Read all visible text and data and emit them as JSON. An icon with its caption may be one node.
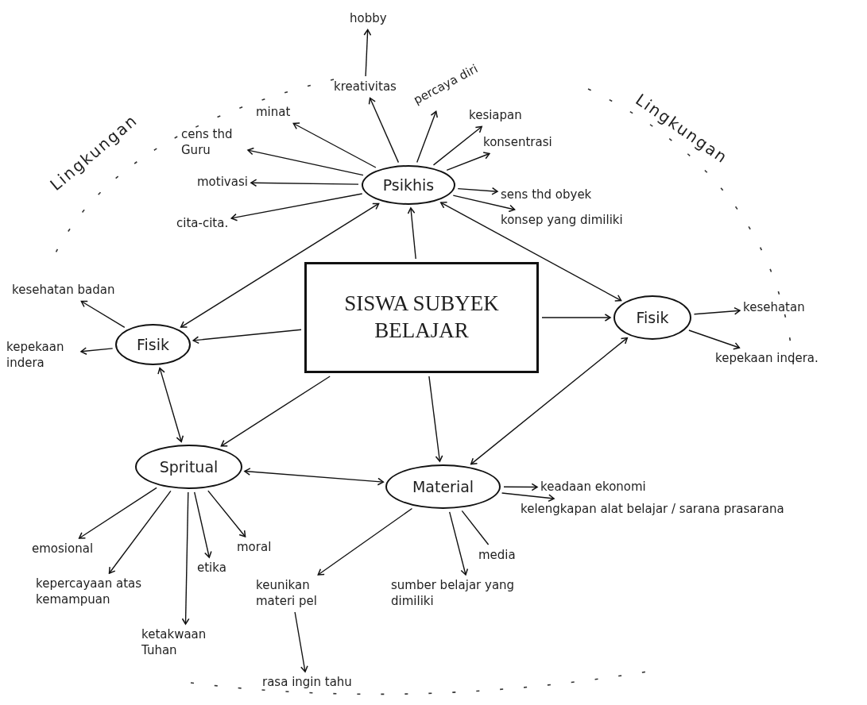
{
  "diagram": {
    "nodes": [
      {
        "text": [
          "SISWA SUBYEK BELAJAR"
        ]
      },
      {
        "text": [
          "Psikhis"
        ]
      },
      {
        "text": [
          "Fisik"
        ]
      },
      {
        "text": [
          "Fisik"
        ]
      },
      {
        "text": [
          "Spritual"
        ]
      },
      {
        "text": [
          "Material"
        ]
      },
      {
        "text": [
          "minat"
        ]
      },
      {
        "text": [
          "cens thd Guru"
        ]
      },
      {
        "text": [
          "motivasi"
        ]
      },
      {
        "text": [
          "cita-cita."
        ]
      },
      {
        "text": [
          "kreativitas"
        ]
      },
      {
        "text": [
          "hobby"
        ]
      },
      {
        "text": [
          "percaya diri"
        ]
      },
      {
        "text": [
          "kesiapan"
        ]
      },
      {
        "text": [
          "konsentrasi"
        ]
      },
      {
        "text": [
          "sens thd obyek"
        ]
      },
      {
        "text": [
          "konsep yang dimiliki"
        ]
      },
      {
        "text": [
          "kesehatan badan"
        ]
      },
      {
        "text": [
          "kepekaan indera"
        ]
      },
      {
        "text": [
          "kesehatan"
        ]
      },
      {
        "text": [
          "kepekaan indera."
        ]
      },
      {
        "text": [
          "emosional"
        ]
      },
      {
        "text": [
          "kepercayaan atas kemampuan"
        ]
      },
      {
        "text": [
          "etika"
        ]
      },
      {
        "text": [
          "ketakwaan Tuhan"
        ]
      },
      {
        "text": [
          "moral"
        ]
      },
      {
        "text": [
          "keunikan materi pel"
        ]
      },
      {
        "text": [
          "rasa ingin tahu"
        ]
      },
      {
        "text": [
          "sumber belajar yang dimiliki"
        ]
      },
      {
        "text": [
          "media"
        ]
      },
      {
        "text": [
          "keadaan ekonomi"
        ]
      },
      {
        "text": [
          "kelengkapan alat belajar / sarana prasarana"
        ]
      }
    ],
    "edges": [
      {
        "from": 0,
        "to": 1,
        "arrow": "to"
      },
      {
        "from": 0,
        "to": 2,
        "arrow": "to"
      },
      {
        "from": 0,
        "to": 3,
        "arrow": "to"
      },
      {
        "from": 0,
        "to": 4,
        "arrow": "to"
      },
      {
        "from": 0,
        "to": 5,
        "arrow": "to"
      },
      {
        "from": 1,
        "to": 2,
        "arrow": "both"
      },
      {
        "from": 1,
        "to": 3,
        "arrow": "both"
      },
      {
        "from": 2,
        "to": 4,
        "arrow": "both"
      },
      {
        "from": 4,
        "to": 5,
        "arrow": "both"
      },
      {
        "from": 5,
        "to": 3,
        "arrow": "both"
      },
      {
        "from": 1,
        "to": 6,
        "arrow": "to"
      },
      {
        "from": 1,
        "to": 7,
        "arrow": "to"
      },
      {
        "from": 1,
        "to": 8,
        "arrow": "to"
      },
      {
        "from": 1,
        "to": 9,
        "arrow": "to"
      },
      {
        "from": 1,
        "to": 10,
        "arrow": "to"
      },
      {
        "from": 10,
        "to": 11,
        "arrow": "to"
      },
      {
        "from": 1,
        "to": 12,
        "arrow": "to"
      },
      {
        "from": 1,
        "to": 13,
        "arrow": "to"
      },
      {
        "from": 1,
        "to": 14,
        "arrow": "to"
      },
      {
        "from": 1,
        "to": 15,
        "arrow": "to"
      },
      {
        "from": 1,
        "to": 16,
        "arrow": "to"
      },
      {
        "from": 2,
        "to": 17,
        "arrow": "to"
      },
      {
        "from": 2,
        "to": 18,
        "arrow": "to"
      },
      {
        "from": 3,
        "to": 19,
        "arrow": "to"
      },
      {
        "from": 3,
        "to": 20,
        "arrow": "to"
      },
      {
        "from": 4,
        "to": 21,
        "arrow": "to"
      },
      {
        "from": 4,
        "to": 22,
        "arrow": "to"
      },
      {
        "from": 4,
        "to": 23,
        "arrow": "to"
      },
      {
        "from": 4,
        "to": 24,
        "arrow": "to"
      },
      {
        "from": 4,
        "to": 25,
        "arrow": "to"
      },
      {
        "from": 5,
        "to": 26,
        "arrow": "to"
      },
      {
        "from": 26,
        "to": 27,
        "arrow": "to"
      },
      {
        "from": 5,
        "to": 28,
        "arrow": "to"
      },
      {
        "from": 5,
        "to": 29,
        "arrow": "none"
      },
      {
        "from": 5,
        "to": 30,
        "arrow": "to"
      },
      {
        "from": 5,
        "to": 31,
        "arrow": "to"
      }
    ],
    "labels": [
      "Lingkungan",
      "Lingkungan"
    ]
  }
}
